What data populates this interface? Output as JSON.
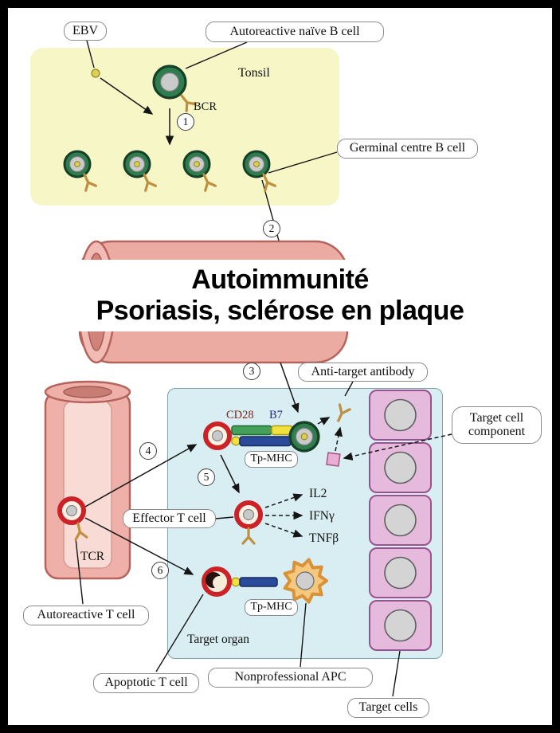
{
  "title": {
    "line1": "Autoimmunité",
    "line2": "Psoriasis, sclérose en plaque"
  },
  "steps": [
    "1",
    "2",
    "3",
    "4",
    "5",
    "6"
  ],
  "labels": {
    "ebv": "EBV",
    "autoreactive_naive_b_cell": "Autoreactive naïve B cell",
    "tonsil": "Tonsil",
    "bcr": "BCR",
    "germinal_centre_b_cell": "Germinal centre B cell",
    "anti_target_antibody": "Anti-target antibody",
    "cd28": "CD28",
    "b7": "B7",
    "tp_mhc_top": "Tp-MHC",
    "tp_mhc_bottom": "Tp-MHC",
    "target_cell_component_line1": "Target cell",
    "target_cell_component_line2": "component",
    "il2": "IL2",
    "ifn_gamma": "IFNγ",
    "tnf_beta": "TNFβ",
    "effector_t_cell": "Effector T cell",
    "tcr": "TCR",
    "autoreactive_t_cell": "Autoreactive T cell",
    "target_organ": "Target organ",
    "apoptotic_t_cell": "Apoptotic T cell",
    "nonprofessional_apc": "Nonprofessional APC",
    "target_cells": "Target cells"
  },
  "colors": {
    "tonsil_bg": "#f6f6c6",
    "target_organ_bg": "#d8eef2",
    "vessel_pink": "#eeb0a8",
    "b_cell_green": "#2e7d4e",
    "t_cell_red": "#cb2127",
    "target_cell_pink": "#e6badd",
    "apc_orange": "#f6c87e",
    "receptor_tan": "#bf8e3e",
    "mhc_blue": "#2a4a9a",
    "b7_yellow": "#f0e13c",
    "cd28_green": "#44a05a",
    "ebv_particle_yellow": "#dbd055"
  }
}
